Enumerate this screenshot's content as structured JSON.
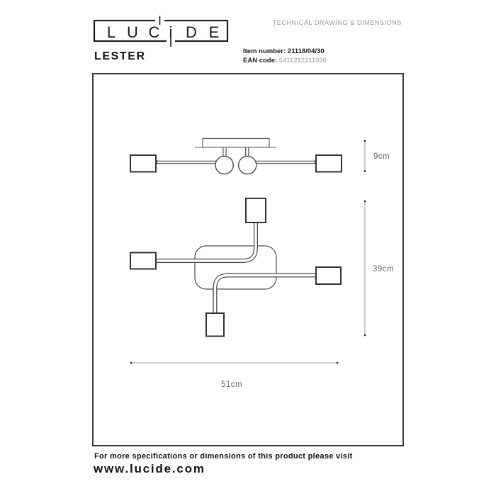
{
  "header": {
    "logo": {
      "name": "LUCIDE",
      "letters": [
        "L",
        "U",
        "C",
        "i",
        "D",
        "E"
      ]
    },
    "doc_title": "TECHNICAL DRAWING & DIMENSIONS",
    "product_name": "LESTER",
    "item": {
      "label": "Item number:",
      "value": "21118/04/30"
    },
    "ean": {
      "label": "EAN code:",
      "value": "5411212211026"
    }
  },
  "drawing": {
    "views": [
      "side-view",
      "top-view"
    ],
    "dimensions": {
      "height": "9cm",
      "depth": "39cm",
      "width": "51cm"
    }
  },
  "footer": {
    "note": "For more specifications or dimensions of this product please visit",
    "website": "www.lucide.com"
  },
  "colors": {
    "ink": "#1a1a1a",
    "drawing_line": "#4a4a4a",
    "dimension_line": "#9a9a9a",
    "muted_text": "#98989a",
    "frame_border": "#3b3b3b"
  }
}
